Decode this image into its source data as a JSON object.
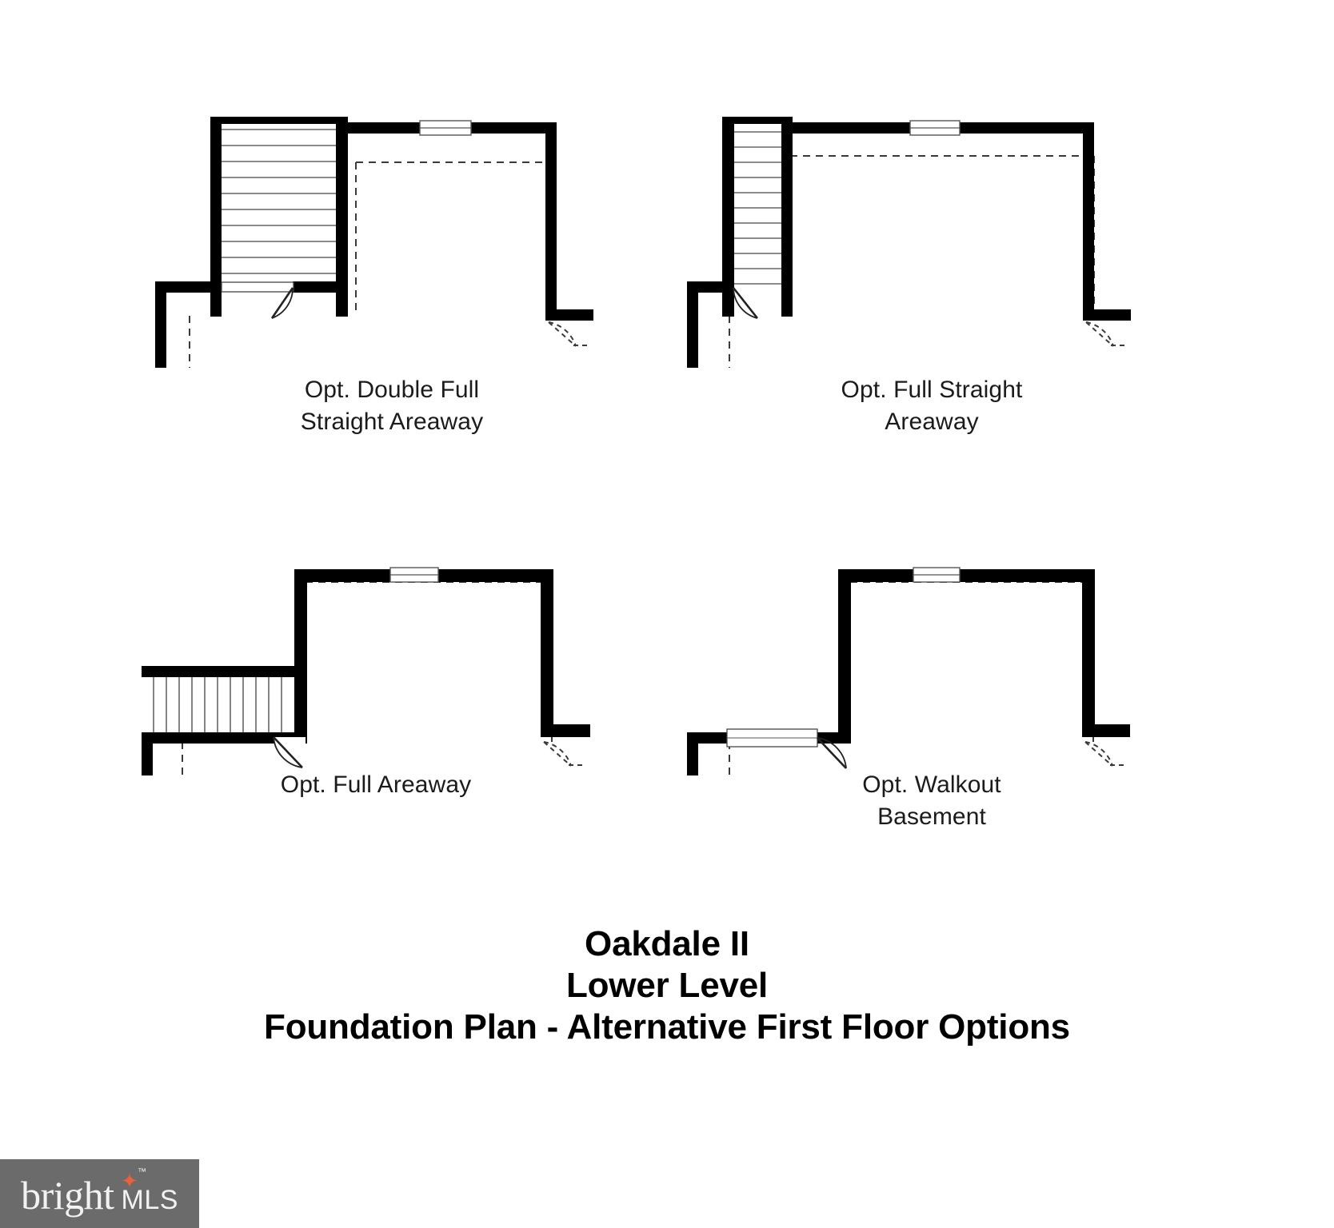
{
  "sheet": {
    "background": "#ffffff",
    "wall_color": "#000000",
    "dashed_color": "#3a3a3a",
    "stair_line_color": "#555555",
    "text_color": "#1b1b1b"
  },
  "plans": [
    {
      "id": "opt-double-full-straight-areaway",
      "caption": "Opt. Double Full\nStraight Areaway",
      "stair_type": "vertical-wide",
      "stair_treads": 12,
      "has_window": true,
      "has_entry_door": true,
      "has_right_dashed_door": true
    },
    {
      "id": "opt-full-straight-areaway",
      "caption": "Opt. Full Straight\nAreaway",
      "stair_type": "vertical-narrow",
      "stair_treads": 12,
      "has_window": true,
      "has_entry_door": true,
      "has_right_dashed_door": true
    },
    {
      "id": "opt-full-areaway",
      "caption": "Opt. Full Areaway",
      "stair_type": "horizontal",
      "stair_treads": 11,
      "has_window": true,
      "has_entry_door": true,
      "has_right_dashed_door": true
    },
    {
      "id": "opt-walkout-basement",
      "caption": "Opt. Walkout\nBasement",
      "stair_type": "none",
      "stair_treads": 0,
      "has_window": true,
      "has_entry_door": true,
      "has_right_dashed_door": true
    }
  ],
  "title_block": {
    "line1": "Oakdale II",
    "line2": "Lower Level",
    "line3": "Foundation Plan - Alternative First Floor Options"
  },
  "watermark": {
    "brand": "bright",
    "suffix": "MLS",
    "trademark": "™",
    "star_glyph": "✦",
    "bar_color": "#6b6b6b",
    "star_color": "#e8613c",
    "text_color": "#f2f2f2"
  }
}
